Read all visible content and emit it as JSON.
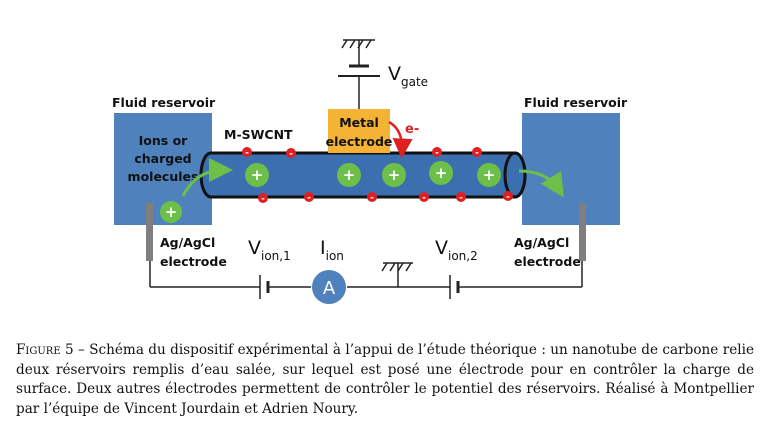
{
  "diagram": {
    "left_reservoir": {
      "title": "Fluid reservoir",
      "ions_label": [
        "Ions or",
        "charged",
        "molecules"
      ],
      "electrode_label": [
        "Ag/AgCl",
        "electrode"
      ]
    },
    "right_reservoir": {
      "title": "Fluid reservoir",
      "electrode_label": [
        "Ag/AgCl",
        "electrode"
      ]
    },
    "nanotube_label": "M-SWCNT",
    "metal_electrode_label": [
      "Metal",
      "electrode"
    ],
    "electron_label": "e-",
    "v_gate": {
      "main": "V",
      "sub": "gate"
    },
    "v_ion_1": {
      "main": "V",
      "sub": "ion,1"
    },
    "v_ion_2": {
      "main": "V",
      "sub": "ion,2"
    },
    "i_ion": {
      "main": "I",
      "sub": "ion"
    },
    "ammeter_label": "A",
    "plus_symbol": "+",
    "minus_symbol": "-",
    "colors": {
      "reservoir": "#4f81bd",
      "tube": "#3c6fb0",
      "metal": "#f5b335",
      "ion": "#6cc04a",
      "charge": "#e02020",
      "electrode": "#7f7f7f",
      "ammeter": "#4f81bd"
    }
  },
  "caption": {
    "figure_label": "Figure 5",
    "text": " – Schéma du dispositif expérimental à l’appui de l’étude théorique : un nanotube de carbone relie deux réservoirs remplis d’eau salée, sur lequel est posé une électrode pour en contrôler la charge de surface. Deux autres électrodes permettent de contrôler le potentiel des réservoirs. Réalisé à Montpellier par l’équipe de Vincent Jourdain et Adrien Noury."
  }
}
